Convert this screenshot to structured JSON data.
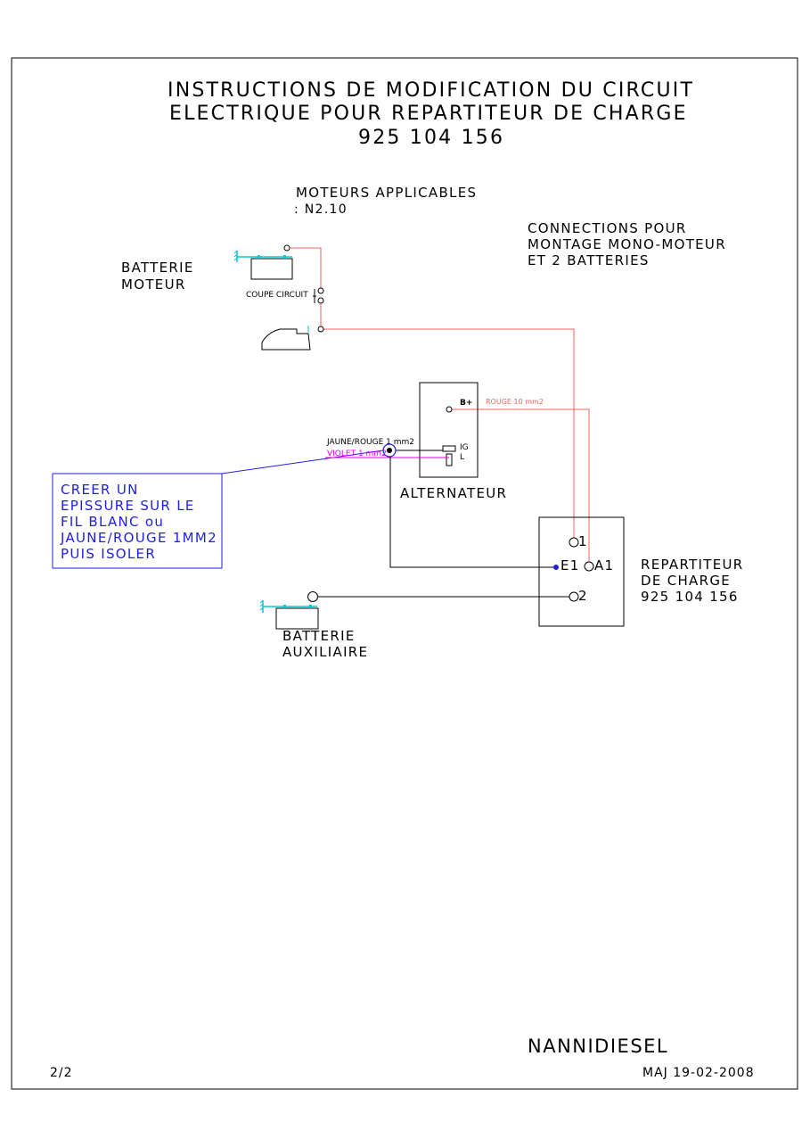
{
  "title": {
    "line1": "INSTRUCTIONS DE MODIFICATION DU CIRCUIT",
    "line2": "ELECTRIQUE POUR REPARTITEUR DE CHARGE",
    "line3": "925 104 156"
  },
  "engines": {
    "heading": "MOTEURS APPLICABLES",
    "value": ": N2.10"
  },
  "connections_note": {
    "line1": "CONNECTIONS POUR",
    "line2": "MONTAGE MONO-MOTEUR",
    "line3": "ET 2 BATTERIES"
  },
  "engine_battery": {
    "line1": "BATTERIE",
    "line2": "MOTEUR"
  },
  "cutoff_switch": "COUPE CIRCUIT",
  "alternator": {
    "label": "ALTERNATEUR",
    "terminal_bplus": "B+",
    "terminal_ig": "IG",
    "terminal_l": "L"
  },
  "wires": {
    "red": "ROUGE 10 mm2",
    "yellow_red": "JAUNE/ROUGE 1 mm2",
    "violet": "VIOLET 1 mm2"
  },
  "instruction_box": {
    "line1": "CREER UN",
    "line2": "EPISSURE SUR LE",
    "line3": "FIL BLANC ou",
    "line4": "JAUNE/ROUGE 1MM2",
    "line5": "PUIS ISOLER"
  },
  "splitter": {
    "label1": "REPARTITEUR",
    "label2": "DE CHARGE",
    "label3": "925 104 156",
    "terminal_1": "1",
    "terminal_e1": "E1",
    "terminal_a1": "A1",
    "terminal_2": "2"
  },
  "aux_battery": {
    "line1": "BATTERIE",
    "line2": "AUXILIAIRE"
  },
  "footer": {
    "brand": "NANNIDIESEL",
    "page": "2/2",
    "updated": "MAJ 19-02-2008"
  },
  "colors": {
    "red_wire": "#f06060",
    "blue_wire": "#1f1fe0",
    "violet_wire": "#e000e0",
    "ground": "#00c8d0"
  }
}
